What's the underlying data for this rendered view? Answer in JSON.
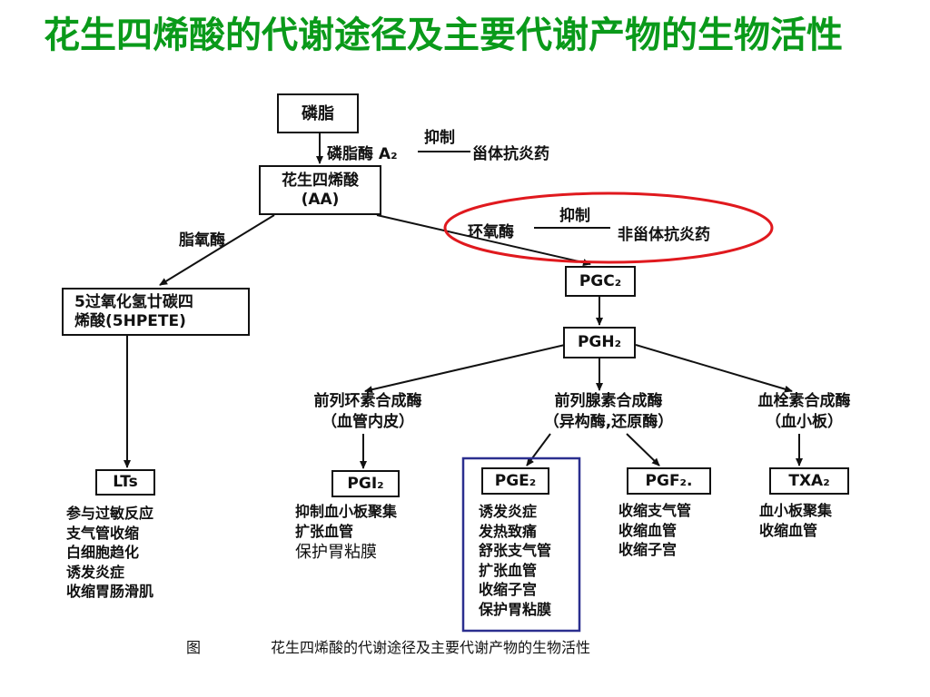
{
  "title": "花生四烯酸的代谢途径及主要代谢产物的生物活性",
  "nodes": {
    "phospholipid": "磷脂",
    "pla2": "磷脂酶 A₂",
    "inhibit_1": "抑制",
    "steroid_drug": "甾体抗炎药",
    "aa": [
      "花生四烯酸",
      "(AA)"
    ],
    "lipoxygenase": "脂氧酶",
    "cyclooxygenase": "环氧酶",
    "inhibit_2": "抑制",
    "nsaid_drug": "非甾体抗炎药",
    "hpete": [
      "5过氧化氢廿碳四",
      "烯酸(5HPETE)"
    ],
    "pgc2": "PGC₂",
    "pgh2": "PGH₂"
  },
  "enzymes": {
    "prostacyclin": [
      "前列环素合成酶",
      "（血管内皮）"
    ],
    "prostaglandin": [
      "前列腺素合成酶",
      "（异构酶,还原酶）"
    ],
    "thromboxane": [
      "血栓素合成酶",
      "（血小板）"
    ]
  },
  "products": {
    "lts": {
      "name": "LTs",
      "effects": [
        "参与过敏反应",
        "支气管收缩",
        "白细胞趋化",
        "诱发炎症",
        "收缩胃肠滑肌"
      ]
    },
    "pgi2": {
      "name": "PGI₂",
      "effects": [
        "抑制血小板聚集",
        "扩张血管",
        "保护胃粘膜"
      ]
    },
    "pge2": {
      "name": "PGE₂",
      "effects": [
        "诱发炎症",
        "发热致痛",
        "舒张支气管",
        "扩张血管",
        "收缩子宫",
        "保护胃粘膜"
      ]
    },
    "pgf2": {
      "name": "PGF₂.",
      "effects": [
        "收缩支气管",
        "收缩血管",
        "收缩子宫"
      ]
    },
    "txa2": {
      "name": "TXA₂",
      "effects": [
        "血小板聚集",
        "收缩血管"
      ]
    }
  },
  "caption": {
    "label": "图",
    "text": "花生四烯酸的代谢途径及主要代谢产物的生物活性"
  },
  "colors": {
    "title": "#0a9a1a",
    "highlight_ellipse": "#e0191e",
    "highlight_rect": "#2b2f8f"
  }
}
